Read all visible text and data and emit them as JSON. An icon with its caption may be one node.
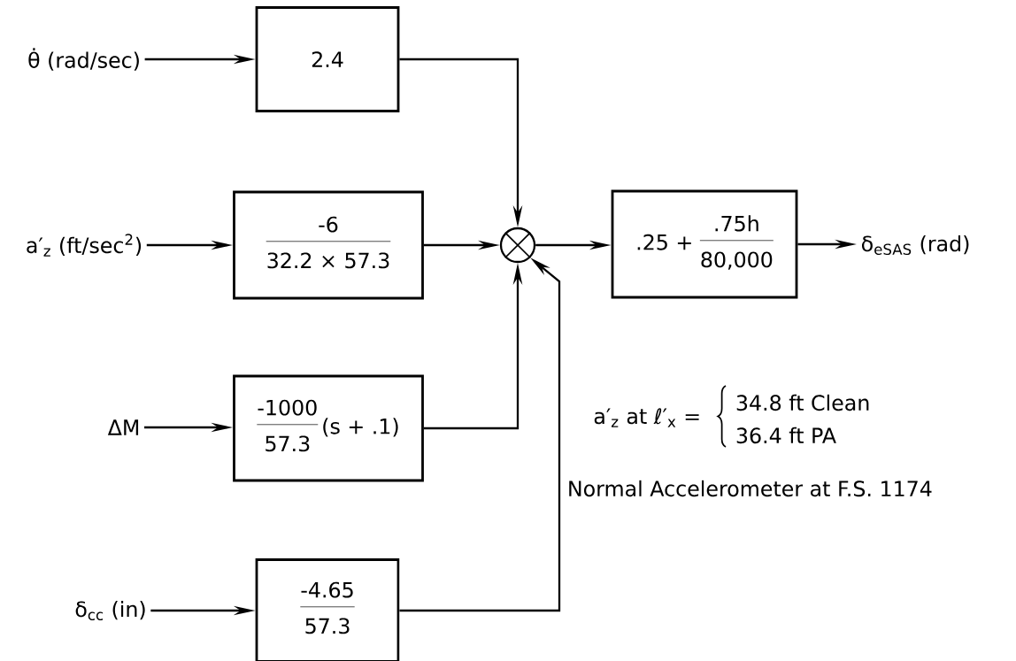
{
  "diagram": {
    "nodes": [
      {
        "text": [
          "θ̇ (rad/sec)"
        ]
      },
      {
        "text": [
          "2.4"
        ]
      },
      {
        "text": [
          "a′$_{z}$ (ft/sec$^{2}$)"
        ]
      },
      {
        "text": [
          "-6",
          "32.2 × 57.3"
        ]
      },
      {
        "text": [
          "ΔM"
        ]
      },
      {
        "text": [
          "-1000",
          "57.3",
          "(s + .1)"
        ]
      },
      {
        "text": [
          "δ$_{cc}$ (in)"
        ]
      },
      {
        "text": [
          "-4.65",
          "57.3"
        ]
      },
      {
        "text": [],
        "shape": "circle"
      },
      {
        "text": [
          ".25 +",
          ".75h",
          "80,000"
        ]
      },
      {
        "text": [
          "δ$_{eSAS}$ (rad)"
        ]
      }
    ],
    "edges": [
      {
        "from": 0,
        "to": 1,
        "arrow": "to"
      },
      {
        "from": 1,
        "to": 8,
        "arrow": "to"
      },
      {
        "from": 2,
        "to": 3,
        "arrow": "to"
      },
      {
        "from": 3,
        "to": 8,
        "arrow": "to"
      },
      {
        "from": 4,
        "to": 5,
        "arrow": "to"
      },
      {
        "from": 5,
        "to": 8,
        "arrow": "to"
      },
      {
        "from": 6,
        "to": 7,
        "arrow": "to"
      },
      {
        "from": 7,
        "to": 8,
        "arrow": "to"
      },
      {
        "from": 8,
        "to": 9,
        "arrow": "to"
      },
      {
        "from": 9,
        "to": 10,
        "arrow": "to"
      }
    ],
    "labels": [
      "a′$_{z}$ at ℓ′$_{x}$ =",
      "34.8 ft Clean",
      "36.4 ft PA",
      "Normal Accelerometer at F.S. 1174"
    ]
  }
}
